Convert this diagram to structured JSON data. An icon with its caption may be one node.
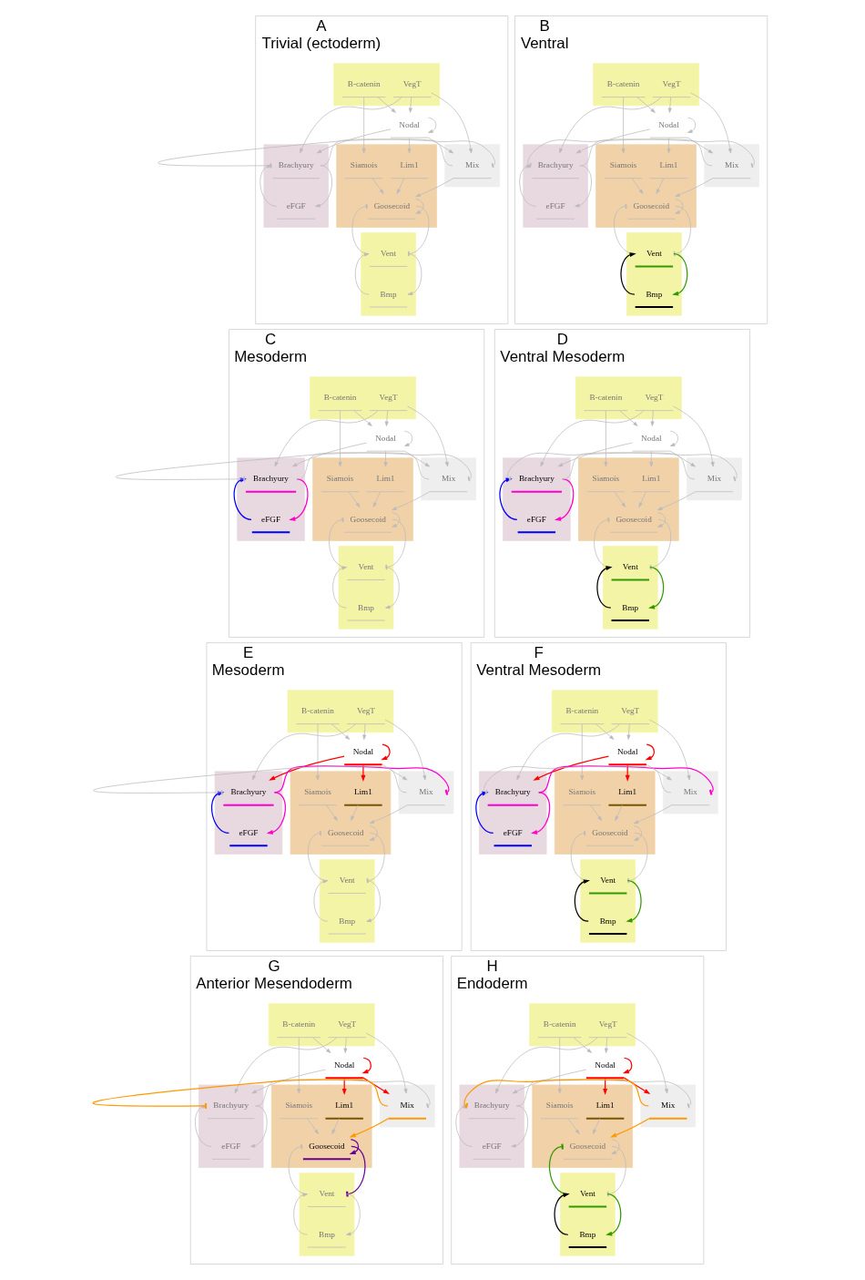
{
  "diagram": {
    "nodes": [
      {
        "text": [
          "A",
          "Trivial (ectoderm)"
        ]
      },
      {
        "text": [],
        "shape": "box",
        "in": 0
      },
      {
        "text": [
          "VegT"
        ],
        "in": 1
      },
      {
        "text": [
          "B-catenin"
        ],
        "in": 1
      },
      {
        "text": [
          "Nodal"
        ],
        "in": 0
      },
      {
        "text": [],
        "shape": "box",
        "in": 0
      },
      {
        "text": [
          "Brachyury"
        ],
        "in": 5
      },
      {
        "text": [
          "eFGF"
        ],
        "in": 5
      },
      {
        "text": [],
        "shape": "box",
        "in": 0
      },
      {
        "text": [
          "Mix"
        ],
        "in": 8
      },
      {
        "text": [],
        "shape": "box",
        "in": 0
      },
      {
        "text": [
          "Siamois"
        ],
        "in": 10
      },
      {
        "text": [
          "Lim1"
        ],
        "in": 10
      },
      {
        "text": [
          "Goosecoid"
        ],
        "in": 10
      },
      {
        "text": [],
        "shape": "box",
        "in": 0
      },
      {
        "text": [
          "Vent"
        ],
        "in": 14
      },
      {
        "text": [
          "Bmp"
        ],
        "in": 14
      },
      {
        "text": [
          "B",
          "Ventral"
        ]
      },
      {
        "text": [],
        "shape": "box",
        "in": 17
      },
      {
        "text": [
          "VegT"
        ],
        "in": 18
      },
      {
        "text": [
          "B-catenin"
        ],
        "in": 18
      },
      {
        "text": [
          "Nodal"
        ],
        "in": 17
      },
      {
        "text": [],
        "shape": "box",
        "in": 17
      },
      {
        "text": [
          "Brachyury"
        ],
        "in": 22
      },
      {
        "text": [
          "eFGF"
        ],
        "in": 22
      },
      {
        "text": [],
        "shape": "box",
        "in": 17
      },
      {
        "text": [
          "Mix"
        ],
        "in": 25
      },
      {
        "text": [],
        "shape": "box",
        "in": 17
      },
      {
        "text": [
          "Siamois"
        ],
        "in": 27
      },
      {
        "text": [
          "Lim1"
        ],
        "in": 27
      },
      {
        "text": [
          "Goosecoid"
        ],
        "in": 27
      },
      {
        "text": [],
        "shape": "box",
        "in": 17
      },
      {
        "text": [
          "Vent"
        ],
        "in": 31
      },
      {
        "text": [
          "Bmp"
        ],
        "in": 31
      },
      {
        "text": [
          "C",
          "Mesoderm"
        ]
      },
      {
        "text": [],
        "shape": "box",
        "in": 34
      },
      {
        "text": [
          "VegT"
        ],
        "in": 35
      },
      {
        "text": [
          "B-catenin"
        ],
        "in": 35
      },
      {
        "text": [
          "Nodal"
        ],
        "in": 34
      },
      {
        "text": [],
        "shape": "box",
        "in": 34
      },
      {
        "text": [
          "Brachyury"
        ],
        "in": 39
      },
      {
        "text": [
          "eFGF"
        ],
        "in": 39
      },
      {
        "text": [],
        "shape": "box",
        "in": 34
      },
      {
        "text": [
          "Mix"
        ],
        "in": 42
      },
      {
        "text": [],
        "shape": "box",
        "in": 34
      },
      {
        "text": [
          "Siamois"
        ],
        "in": 44
      },
      {
        "text": [
          "Lim1"
        ],
        "in": 44
      },
      {
        "text": [
          "Goosecoid"
        ],
        "in": 44
      },
      {
        "text": [],
        "shape": "box",
        "in": 34
      },
      {
        "text": [
          "Vent"
        ],
        "in": 48
      },
      {
        "text": [
          "Bmp"
        ],
        "in": 48
      },
      {
        "text": [
          "D",
          "Ventral Mesoderm"
        ]
      },
      {
        "text": [],
        "shape": "box",
        "in": 51
      },
      {
        "text": [
          "VegT"
        ],
        "in": 52
      },
      {
        "text": [
          "B-catenin"
        ],
        "in": 52
      },
      {
        "text": [
          "Nodal"
        ],
        "in": 51
      },
      {
        "text": [],
        "shape": "box",
        "in": 51
      },
      {
        "text": [
          "Brachyury"
        ],
        "in": 56
      },
      {
        "text": [
          "eFGF"
        ],
        "in": 56
      },
      {
        "text": [],
        "shape": "box",
        "in": 51
      },
      {
        "text": [
          "Mix"
        ],
        "in": 59
      },
      {
        "text": [],
        "shape": "box",
        "in": 51
      },
      {
        "text": [
          "Siamois"
        ],
        "in": 61
      },
      {
        "text": [
          "Lim1"
        ],
        "in": 61
      },
      {
        "text": [
          "Goosecoid"
        ],
        "in": 61
      },
      {
        "text": [],
        "shape": "box",
        "in": 51
      },
      {
        "text": [
          "Vent"
        ],
        "in": 65
      },
      {
        "text": [
          "Bmp"
        ],
        "in": 65
      },
      {
        "text": [
          "E",
          "Mesoderm"
        ]
      },
      {
        "text": [],
        "shape": "box",
        "in": 68
      },
      {
        "text": [
          "VegT"
        ],
        "in": 69
      },
      {
        "text": [
          "B-catenin"
        ],
        "in": 69
      },
      {
        "text": [
          "Nodal"
        ],
        "in": 68
      },
      {
        "text": [],
        "shape": "box",
        "in": 68
      },
      {
        "text": [
          "Brachyury"
        ],
        "in": 73
      },
      {
        "text": [
          "eFGF"
        ],
        "in": 73
      },
      {
        "text": [],
        "shape": "box",
        "in": 68
      },
      {
        "text": [
          "Mix"
        ],
        "in": 76
      },
      {
        "text": [],
        "shape": "box",
        "in": 68
      },
      {
        "text": [
          "Siamois"
        ],
        "in": 78
      },
      {
        "text": [
          "Lim1"
        ],
        "in": 78
      },
      {
        "text": [
          "Goosecoid"
        ],
        "in": 78
      },
      {
        "text": [],
        "shape": "box",
        "in": 68
      },
      {
        "text": [
          "Vent"
        ],
        "in": 82
      },
      {
        "text": [
          "Bmp"
        ],
        "in": 82
      },
      {
        "text": [
          "F",
          "Ventral Mesoderm"
        ]
      },
      {
        "text": [],
        "shape": "box",
        "in": 85
      },
      {
        "text": [
          "VegT"
        ],
        "in": 86
      },
      {
        "text": [
          "B-catenin"
        ],
        "in": 86
      },
      {
        "text": [
          "Nodal"
        ],
        "in": 85
      },
      {
        "text": [],
        "shape": "box",
        "in": 85
      },
      {
        "text": [
          "Brachyury"
        ],
        "in": 90
      },
      {
        "text": [
          "eFGF"
        ],
        "in": 90
      },
      {
        "text": [],
        "shape": "box",
        "in": 85
      },
      {
        "text": [
          "Mix"
        ],
        "in": 93
      },
      {
        "text": [],
        "shape": "box",
        "in": 85
      },
      {
        "text": [
          "Siamois"
        ],
        "in": 95
      },
      {
        "text": [
          "Lim1"
        ],
        "in": 95
      },
      {
        "text": [
          "Goosecoid"
        ],
        "in": 95
      },
      {
        "text": [],
        "shape": "box",
        "in": 85
      },
      {
        "text": [
          "Vent"
        ],
        "in": 99
      },
      {
        "text": [
          "Bmp"
        ],
        "in": 99
      },
      {
        "text": [
          "G",
          "Anterior Mesendoderm"
        ]
      },
      {
        "text": [],
        "shape": "box",
        "in": 102
      },
      {
        "text": [
          "VegT"
        ],
        "in": 103
      },
      {
        "text": [
          "B-catenin"
        ],
        "in": 103
      },
      {
        "text": [
          "Nodal"
        ],
        "in": 102
      },
      {
        "text": [],
        "shape": "box",
        "in": 102
      },
      {
        "text": [
          "Brachyury"
        ],
        "in": 107
      },
      {
        "text": [
          "eFGF"
        ],
        "in": 107
      },
      {
        "text": [],
        "shape": "box",
        "in": 102
      },
      {
        "text": [
          "Mix"
        ],
        "in": 110
      },
      {
        "text": [],
        "shape": "box",
        "in": 102
      },
      {
        "text": [
          "Siamois"
        ],
        "in": 112
      },
      {
        "text": [
          "Lim1"
        ],
        "in": 112
      },
      {
        "text": [
          "Goosecoid"
        ],
        "in": 112
      },
      {
        "text": [],
        "shape": "box",
        "in": 102
      },
      {
        "text": [
          "Vent"
        ],
        "in": 116
      },
      {
        "text": [
          "Bmp"
        ],
        "in": 116
      },
      {
        "text": [
          "H",
          "Endoderm"
        ]
      },
      {
        "text": [],
        "shape": "box",
        "in": 119
      },
      {
        "text": [
          "VegT"
        ],
        "in": 120
      },
      {
        "text": [
          "B-catenin"
        ],
        "in": 120
      },
      {
        "text": [
          "Nodal"
        ],
        "in": 119
      },
      {
        "text": [],
        "shape": "box",
        "in": 119
      },
      {
        "text": [
          "Brachyury"
        ],
        "in": 124
      },
      {
        "text": [
          "eFGF"
        ],
        "in": 124
      },
      {
        "text": [],
        "shape": "box",
        "in": 119
      },
      {
        "text": [
          "Mix"
        ],
        "in": 127
      },
      {
        "text": [],
        "shape": "box",
        "in": 119
      },
      {
        "text": [
          "Siamois"
        ],
        "in": 129
      },
      {
        "text": [
          "Lim1"
        ],
        "in": 129
      },
      {
        "text": [
          "Goosecoid"
        ],
        "in": 129
      },
      {
        "text": [],
        "shape": "box",
        "in": 119
      },
      {
        "text": [
          "Vent"
        ],
        "in": 133
      },
      {
        "text": [
          "Bmp"
        ],
        "in": 133
      }
    ],
    "edges": [
      {
        "from": 2,
        "to": 4,
        "arrow": "to"
      },
      {
        "from": 3,
        "to": 4,
        "arrow": "to"
      },
      {
        "from": 3,
        "to": 11,
        "arrow": "to"
      },
      {
        "from": 2,
        "to": 6,
        "arrow": "to"
      },
      {
        "from": 2,
        "to": 9,
        "arrow": "to"
      },
      {
        "from": 4,
        "to": 4,
        "arrow": "to"
      },
      {
        "from": 4,
        "to": 12,
        "arrow": "to"
      },
      {
        "from": 4,
        "to": 6,
        "arrow": "to"
      },
      {
        "from": 4,
        "to": 9,
        "arrow": "to"
      },
      {
        "from": 9,
        "to": 6,
        "arrow": "other"
      },
      {
        "from": 9,
        "to": 13,
        "arrow": "to"
      },
      {
        "from": 11,
        "to": 13,
        "arrow": "to"
      },
      {
        "from": 12,
        "to": 13,
        "arrow": "to"
      },
      {
        "from": 13,
        "to": 13,
        "arrow": "to"
      },
      {
        "from": 13,
        "to": 15,
        "arrow": "other"
      },
      {
        "from": 15,
        "to": 13,
        "arrow": "other"
      },
      {
        "from": 6,
        "to": 7,
        "arrow": "to"
      },
      {
        "from": 7,
        "to": 6,
        "arrow": "to"
      },
      {
        "from": 6,
        "to": 9,
        "arrow": "other"
      },
      {
        "from": 15,
        "to": 16,
        "arrow": "to"
      },
      {
        "from": 16,
        "to": 15,
        "arrow": "to"
      },
      {
        "from": 19,
        "to": 21,
        "arrow": "to"
      },
      {
        "from": 20,
        "to": 21,
        "arrow": "to"
      },
      {
        "from": 20,
        "to": 28,
        "arrow": "to"
      },
      {
        "from": 19,
        "to": 23,
        "arrow": "to"
      },
      {
        "from": 19,
        "to": 26,
        "arrow": "to"
      },
      {
        "from": 21,
        "to": 21,
        "arrow": "to"
      },
      {
        "from": 21,
        "to": 29,
        "arrow": "to"
      },
      {
        "from": 21,
        "to": 23,
        "arrow": "to"
      },
      {
        "from": 21,
        "to": 26,
        "arrow": "to"
      },
      {
        "from": 26,
        "to": 23,
        "arrow": "other"
      },
      {
        "from": 26,
        "to": 30,
        "arrow": "to"
      },
      {
        "from": 28,
        "to": 30,
        "arrow": "to"
      },
      {
        "from": 29,
        "to": 30,
        "arrow": "to"
      },
      {
        "from": 30,
        "to": 30,
        "arrow": "to"
      },
      {
        "from": 30,
        "to": 32,
        "arrow": "other"
      },
      {
        "from": 32,
        "to": 30,
        "arrow": "other"
      },
      {
        "from": 23,
        "to": 24,
        "arrow": "to"
      },
      {
        "from": 24,
        "to": 23,
        "arrow": "to"
      },
      {
        "from": 23,
        "to": 26,
        "arrow": "other"
      },
      {
        "from": 32,
        "to": 33,
        "arrow": "to",
        "color": "#339900"
      },
      {
        "from": 33,
        "to": 32,
        "arrow": "to",
        "color": "#000000"
      },
      {
        "from": 36,
        "to": 38,
        "arrow": "to"
      },
      {
        "from": 37,
        "to": 38,
        "arrow": "to"
      },
      {
        "from": 37,
        "to": 45,
        "arrow": "to"
      },
      {
        "from": 36,
        "to": 40,
        "arrow": "to"
      },
      {
        "from": 36,
        "to": 43,
        "arrow": "to"
      },
      {
        "from": 38,
        "to": 38,
        "arrow": "to"
      },
      {
        "from": 38,
        "to": 46,
        "arrow": "to"
      },
      {
        "from": 38,
        "to": 40,
        "arrow": "to"
      },
      {
        "from": 38,
        "to": 43,
        "arrow": "to"
      },
      {
        "from": 43,
        "to": 40,
        "arrow": "other"
      },
      {
        "from": 43,
        "to": 47,
        "arrow": "to"
      },
      {
        "from": 45,
        "to": 47,
        "arrow": "to"
      },
      {
        "from": 46,
        "to": 47,
        "arrow": "to"
      },
      {
        "from": 47,
        "to": 47,
        "arrow": "to"
      },
      {
        "from": 47,
        "to": 49,
        "arrow": "other"
      },
      {
        "from": 49,
        "to": 47,
        "arrow": "other"
      },
      {
        "from": 40,
        "to": 41,
        "arrow": "to",
        "color": "#ff00cc"
      },
      {
        "from": 41,
        "to": 40,
        "arrow": "to",
        "color": "#0000ff"
      },
      {
        "from": 40,
        "to": 43,
        "arrow": "other"
      },
      {
        "from": 49,
        "to": 50,
        "arrow": "to"
      },
      {
        "from": 50,
        "to": 49,
        "arrow": "to"
      },
      {
        "from": 53,
        "to": 55,
        "arrow": "to"
      },
      {
        "from": 54,
        "to": 55,
        "arrow": "to"
      },
      {
        "from": 54,
        "to": 62,
        "arrow": "to"
      },
      {
        "from": 53,
        "to": 57,
        "arrow": "to"
      },
      {
        "from": 53,
        "to": 60,
        "arrow": "to"
      },
      {
        "from": 55,
        "to": 55,
        "arrow": "to"
      },
      {
        "from": 55,
        "to": 63,
        "arrow": "to"
      },
      {
        "from": 55,
        "to": 57,
        "arrow": "to"
      },
      {
        "from": 55,
        "to": 60,
        "arrow": "to"
      },
      {
        "from": 60,
        "to": 57,
        "arrow": "other"
      },
      {
        "from": 60,
        "to": 64,
        "arrow": "to"
      },
      {
        "from": 62,
        "to": 64,
        "arrow": "to"
      },
      {
        "from": 63,
        "to": 64,
        "arrow": "to"
      },
      {
        "from": 64,
        "to": 64,
        "arrow": "to"
      },
      {
        "from": 64,
        "to": 66,
        "arrow": "other"
      },
      {
        "from": 66,
        "to": 64,
        "arrow": "other"
      },
      {
        "from": 57,
        "to": 58,
        "arrow": "to",
        "color": "#ff00cc"
      },
      {
        "from": 58,
        "to": 57,
        "arrow": "to",
        "color": "#0000ff"
      },
      {
        "from": 57,
        "to": 60,
        "arrow": "other"
      },
      {
        "from": 66,
        "to": 67,
        "arrow": "to",
        "color": "#339900"
      },
      {
        "from": 67,
        "to": 66,
        "arrow": "to",
        "color": "#000000"
      },
      {
        "from": 70,
        "to": 72,
        "arrow": "to"
      },
      {
        "from": 71,
        "to": 72,
        "arrow": "to"
      },
      {
        "from": 71,
        "to": 79,
        "arrow": "to"
      },
      {
        "from": 70,
        "to": 74,
        "arrow": "to"
      },
      {
        "from": 70,
        "to": 77,
        "arrow": "to"
      },
      {
        "from": 72,
        "to": 72,
        "arrow": "to",
        "color": "#ff0000"
      },
      {
        "from": 72,
        "to": 80,
        "arrow": "to",
        "color": "#ff0000"
      },
      {
        "from": 72,
        "to": 74,
        "arrow": "to",
        "color": "#ff0000"
      },
      {
        "from": 72,
        "to": 77,
        "arrow": "to"
      },
      {
        "from": 77,
        "to": 74,
        "arrow": "other"
      },
      {
        "from": 77,
        "to": 81,
        "arrow": "to"
      },
      {
        "from": 79,
        "to": 81,
        "arrow": "to"
      },
      {
        "from": 80,
        "to": 81,
        "arrow": "to"
      },
      {
        "from": 81,
        "to": 81,
        "arrow": "to"
      },
      {
        "from": 81,
        "to": 83,
        "arrow": "other"
      },
      {
        "from": 83,
        "to": 81,
        "arrow": "other"
      },
      {
        "from": 74,
        "to": 75,
        "arrow": "to",
        "color": "#ff00cc"
      },
      {
        "from": 75,
        "to": 74,
        "arrow": "to",
        "color": "#0000ff"
      },
      {
        "from": 74,
        "to": 77,
        "arrow": "other",
        "color": "#ff00cc"
      },
      {
        "from": 83,
        "to": 84,
        "arrow": "to"
      },
      {
        "from": 84,
        "to": 83,
        "arrow": "to"
      },
      {
        "from": 87,
        "to": 89,
        "arrow": "to"
      },
      {
        "from": 88,
        "to": 89,
        "arrow": "to"
      },
      {
        "from": 88,
        "to": 96,
        "arrow": "to"
      },
      {
        "from": 87,
        "to": 91,
        "arrow": "to"
      },
      {
        "from": 87,
        "to": 94,
        "arrow": "to"
      },
      {
        "from": 89,
        "to": 89,
        "arrow": "to",
        "color": "#ff0000"
      },
      {
        "from": 89,
        "to": 97,
        "arrow": "to",
        "color": "#ff0000"
      },
      {
        "from": 89,
        "to": 91,
        "arrow": "to",
        "color": "#ff0000"
      },
      {
        "from": 89,
        "to": 94,
        "arrow": "to"
      },
      {
        "from": 94,
        "to": 91,
        "arrow": "other"
      },
      {
        "from": 94,
        "to": 98,
        "arrow": "to"
      },
      {
        "from": 96,
        "to": 98,
        "arrow": "to"
      },
      {
        "from": 97,
        "to": 98,
        "arrow": "to"
      },
      {
        "from": 98,
        "to": 98,
        "arrow": "to"
      },
      {
        "from": 98,
        "to": 100,
        "arrow": "other"
      },
      {
        "from": 100,
        "to": 98,
        "arrow": "other"
      },
      {
        "from": 91,
        "to": 92,
        "arrow": "to",
        "color": "#ff00cc"
      },
      {
        "from": 92,
        "to": 91,
        "arrow": "to",
        "color": "#0000ff"
      },
      {
        "from": 91,
        "to": 94,
        "arrow": "other",
        "color": "#ff00cc"
      },
      {
        "from": 100,
        "to": 101,
        "arrow": "to",
        "color": "#339900"
      },
      {
        "from": 101,
        "to": 100,
        "arrow": "to",
        "color": "#000000"
      },
      {
        "from": 104,
        "to": 106,
        "arrow": "to"
      },
      {
        "from": 105,
        "to": 106,
        "arrow": "to"
      },
      {
        "from": 105,
        "to": 113,
        "arrow": "to"
      },
      {
        "from": 104,
        "to": 108,
        "arrow": "to"
      },
      {
        "from": 104,
        "to": 111,
        "arrow": "to"
      },
      {
        "from": 106,
        "to": 106,
        "arrow": "to",
        "color": "#ff0000"
      },
      {
        "from": 106,
        "to": 114,
        "arrow": "to",
        "color": "#ff0000"
      },
      {
        "from": 106,
        "to": 108,
        "arrow": "to"
      },
      {
        "from": 106,
        "to": 111,
        "arrow": "to",
        "color": "#ff0000"
      },
      {
        "from": 111,
        "to": 108,
        "arrow": "other",
        "color": "#ff9900"
      },
      {
        "from": 111,
        "to": 115,
        "arrow": "to",
        "color": "#ff9900"
      },
      {
        "from": 113,
        "to": 115,
        "arrow": "to"
      },
      {
        "from": 114,
        "to": 115,
        "arrow": "to"
      },
      {
        "from": 115,
        "to": 115,
        "arrow": "to",
        "color": "#660099"
      },
      {
        "from": 115,
        "to": 117,
        "arrow": "other",
        "color": "#660099"
      },
      {
        "from": 117,
        "to": 115,
        "arrow": "other"
      },
      {
        "from": 108,
        "to": 109,
        "arrow": "to"
      },
      {
        "from": 109,
        "to": 108,
        "arrow": "to"
      },
      {
        "from": 108,
        "to": 111,
        "arrow": "other"
      },
      {
        "from": 117,
        "to": 118,
        "arrow": "to"
      },
      {
        "from": 118,
        "to": 117,
        "arrow": "to"
      },
      {
        "from": 121,
        "to": 123,
        "arrow": "to"
      },
      {
        "from": 122,
        "to": 123,
        "arrow": "to"
      },
      {
        "from": 122,
        "to": 130,
        "arrow": "to"
      },
      {
        "from": 121,
        "to": 125,
        "arrow": "to"
      },
      {
        "from": 121,
        "to": 128,
        "arrow": "to"
      },
      {
        "from": 123,
        "to": 123,
        "arrow": "to",
        "color": "#ff0000"
      },
      {
        "from": 123,
        "to": 131,
        "arrow": "to",
        "color": "#ff0000"
      },
      {
        "from": 123,
        "to": 125,
        "arrow": "to"
      },
      {
        "from": 123,
        "to": 128,
        "arrow": "to",
        "color": "#ff0000"
      },
      {
        "from": 128,
        "to": 125,
        "arrow": "other",
        "color": "#ff9900"
      },
      {
        "from": 128,
        "to": 132,
        "arrow": "to",
        "color": "#ff9900"
      },
      {
        "from": 130,
        "to": 132,
        "arrow": "to"
      },
      {
        "from": 131,
        "to": 132,
        "arrow": "to"
      },
      {
        "from": 132,
        "to": 132,
        "arrow": "to"
      },
      {
        "from": 132,
        "to": 134,
        "arrow": "other"
      },
      {
        "from": 134,
        "to": 132,
        "arrow": "other",
        "color": "#339900"
      },
      {
        "from": 125,
        "to": 126,
        "arrow": "to"
      },
      {
        "from": 126,
        "to": 125,
        "arrow": "to"
      },
      {
        "from": 125,
        "to": 128,
        "arrow": "other"
      },
      {
        "from": 134,
        "to": 135,
        "arrow": "to",
        "color": "#339900"
      },
      {
        "from": 135,
        "to": 134,
        "arrow": "to",
        "color": "#000000"
      }
    ]
  }
}
